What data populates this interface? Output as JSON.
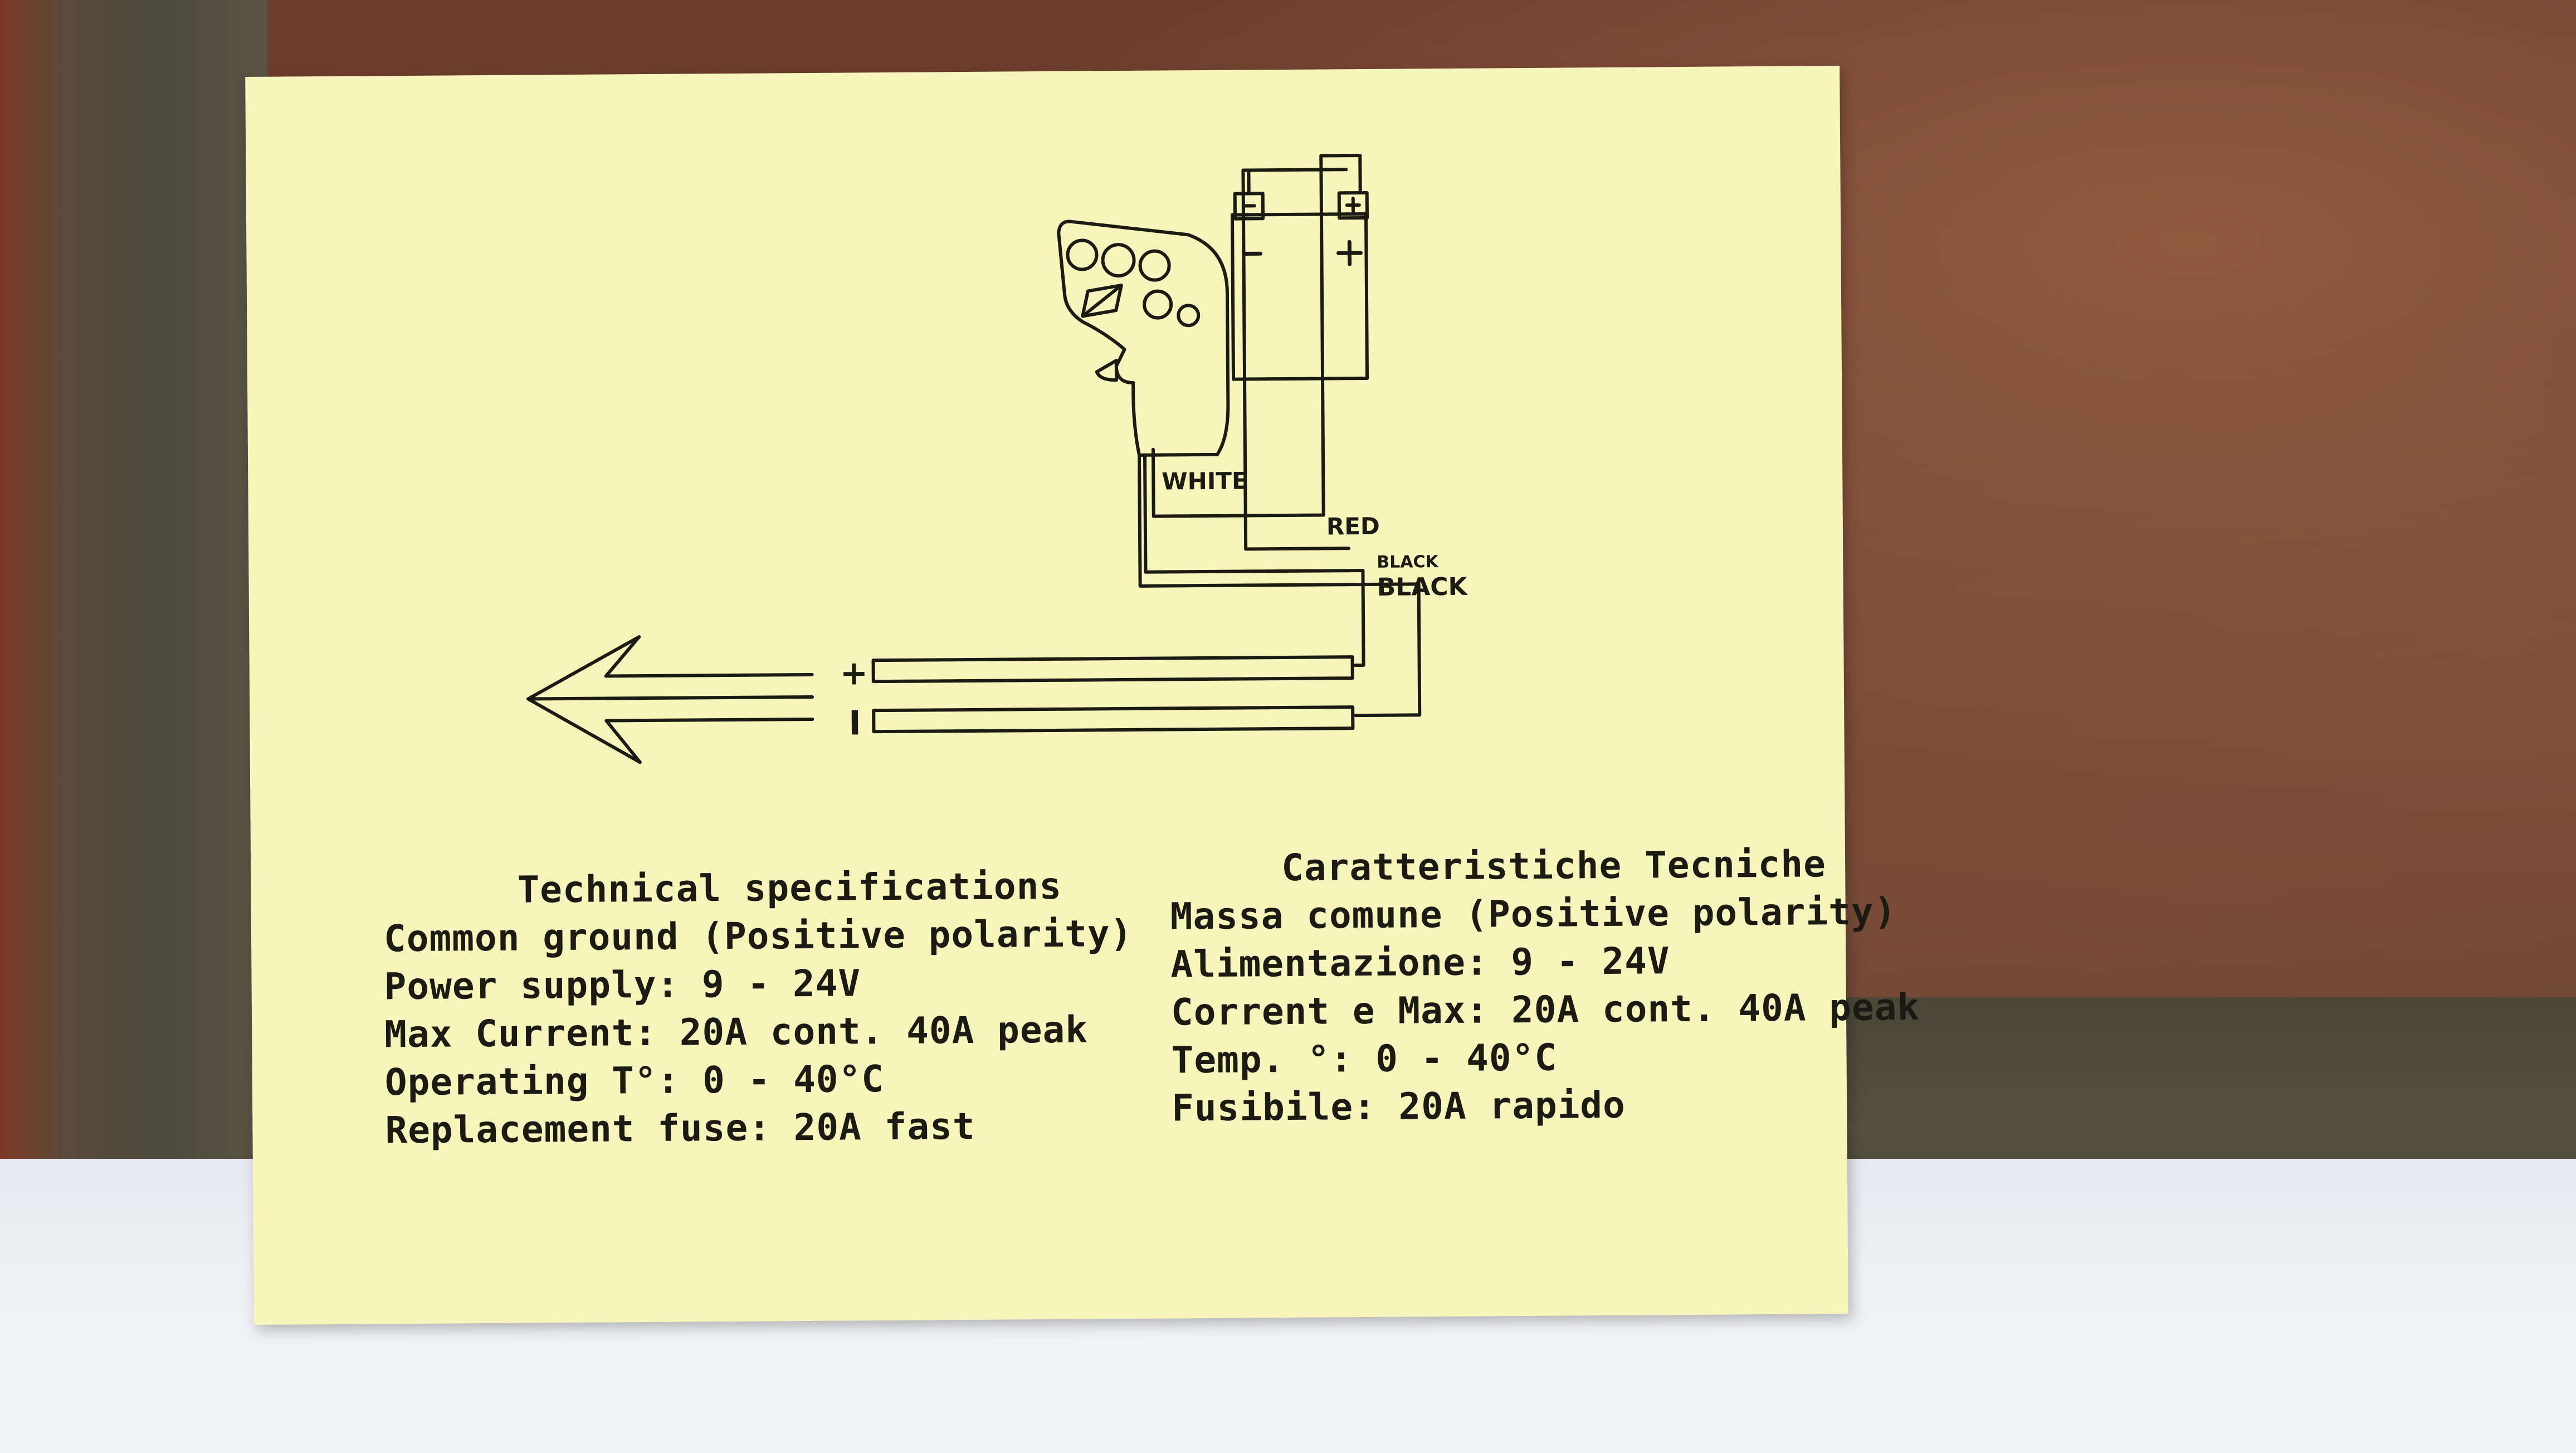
{
  "diagram": {
    "wire_labels": {
      "white": "WHITE",
      "red": "RED",
      "black_1": "BLACK",
      "black_2": "BLACK"
    },
    "track_signs": {
      "plus": "+",
      "minus": "I"
    },
    "battery_signs": {
      "negative": "−",
      "positive": "+"
    }
  },
  "specs_en": {
    "title": "Technical specifications",
    "lines": [
      "Common ground (Positive polarity)",
      "Power supply: 9 - 24V",
      "Max Current: 20A cont. 40A peak",
      "Operating T°: 0 - 40°C",
      "Replacement fuse: 20A fast"
    ]
  },
  "specs_it": {
    "title": "Caratteristiche Tecniche",
    "lines": [
      "Massa comune (Positive polarity)",
      "Alimentazione: 9 - 24V",
      "Corrent e Max: 20A cont. 40A peak",
      "Temp. °: 0 - 40°C",
      "Fusibile: 20A rapido"
    ]
  }
}
